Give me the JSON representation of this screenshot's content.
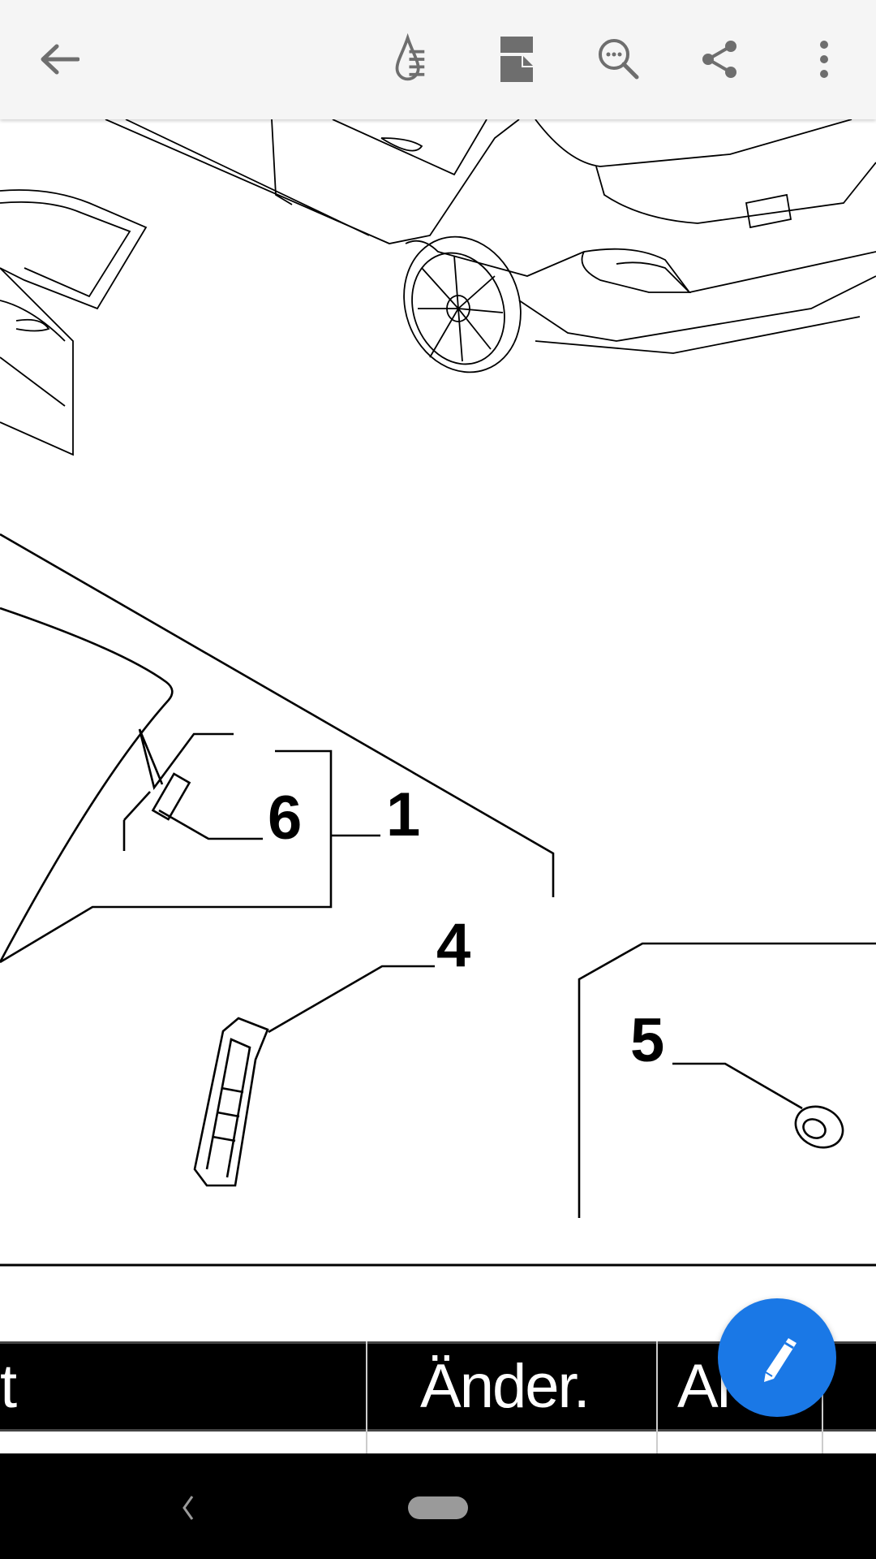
{
  "toolbar": {
    "icons": [
      "back-arrow-icon",
      "ink-drop-icon",
      "page-layout-icon",
      "search-icon",
      "share-icon",
      "more-vert-icon"
    ]
  },
  "drawing": {
    "callouts": [
      "6",
      "1",
      "4",
      "5"
    ]
  },
  "table": {
    "headers": [
      "t",
      "Änder.",
      "Ar"
    ]
  },
  "fab": {
    "icon": "pencil-icon",
    "color": "#1a78e6"
  },
  "navbar": {
    "icons": [
      "nav-back-icon",
      "nav-home-pill"
    ]
  }
}
